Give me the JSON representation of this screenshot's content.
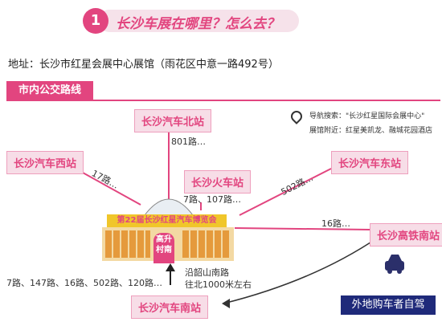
{
  "header": {
    "number": "1",
    "title": "长沙车展在哪里？怎么去？"
  },
  "address": "地址：长沙市红星会展中心展馆（雨花区中意一路492号）",
  "section_title": "市内公交路线",
  "navigation": {
    "search_label": "导航搜索：\"长沙红星国际会展中心\"",
    "nearby_label": "展馆附近：红星美凯龙、融城花园酒店"
  },
  "stations": {
    "north": "长沙汽车北站",
    "west": "长沙汽车西站",
    "train": "长沙火车站",
    "east": "长沙汽车东站",
    "hsr_south": "长沙高铁南站",
    "south": "长沙汽车南站"
  },
  "routes": {
    "north": "801路…",
    "west": "17路…",
    "train": "7路、107路…",
    "east": "502路…",
    "hsr_south": "16路…",
    "south": "7路、147路、16路、502路、120路…",
    "walk_line1": "沿韶山南路",
    "walk_line2": "往北1000米左右"
  },
  "expo": {
    "banner": "第22届长沙红星汽车博览会",
    "gate": "高升村南"
  },
  "caption": "外地购车者自驾"
}
